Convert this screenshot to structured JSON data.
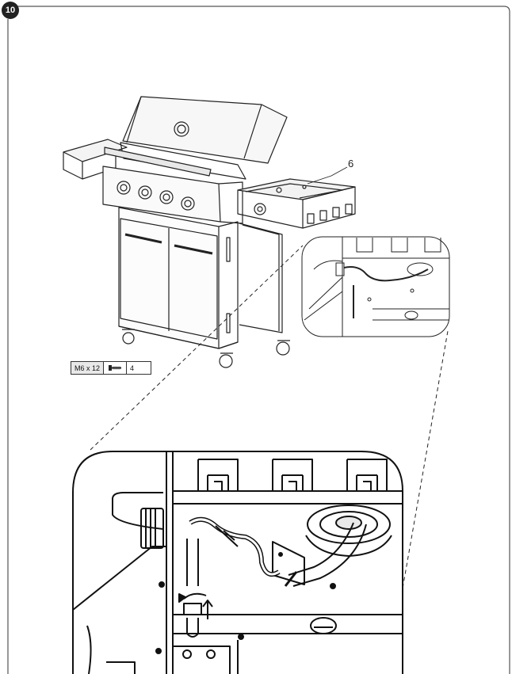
{
  "step": {
    "number": "10"
  },
  "callouts": [
    {
      "id": "side-burner",
      "label": "6"
    }
  ],
  "parts": [
    {
      "size": "M6 x 12",
      "icon": "screw-icon",
      "quantity": "4"
    }
  ],
  "colors": {
    "line": "#222222",
    "frame": "#555555",
    "background": "#ffffff",
    "fill_gray": "#e8e8e8"
  }
}
